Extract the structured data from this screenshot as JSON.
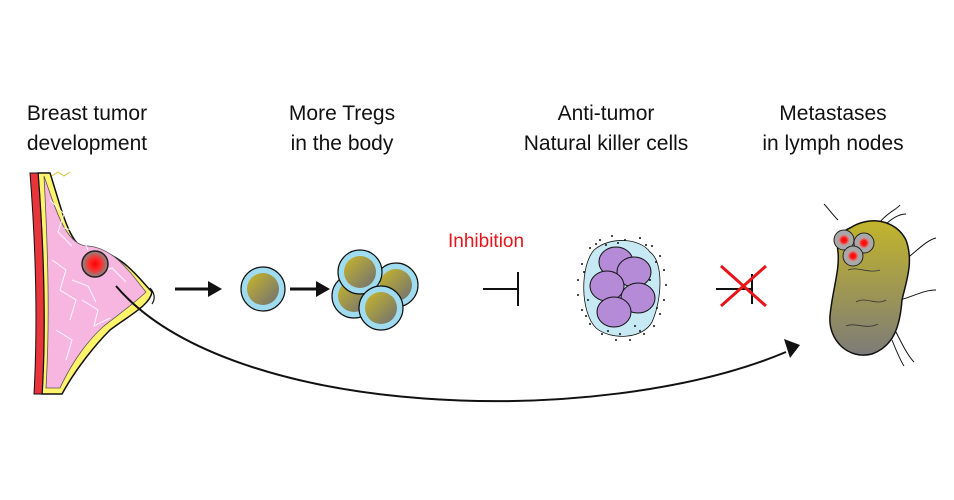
{
  "labels": {
    "breast": [
      "Breast tumor",
      "development"
    ],
    "tregs": [
      "More Tregs",
      "in the body"
    ],
    "nk": [
      "Anti-tumor",
      "Natural killer cells"
    ],
    "metastases": [
      "Metastases",
      "in lymph nodes"
    ],
    "inhibition": "Inhibition"
  },
  "colors": {
    "text": "#111111",
    "inhibition": "#e8141a",
    "skin": "#e8343b",
    "breast_tissue": "#f7b6df",
    "fat": "#fff36b",
    "cell_membrane": "#9fdcef",
    "nk_nucleus": "#b58bd8",
    "blocked_cross": "#e8141a"
  },
  "icons": [
    "breast-tumor-icon",
    "treg-cell-icon",
    "treg-cluster-icon",
    "nk-cell-cluster-icon",
    "lymph-node-icon",
    "cross-mark-icon"
  ]
}
